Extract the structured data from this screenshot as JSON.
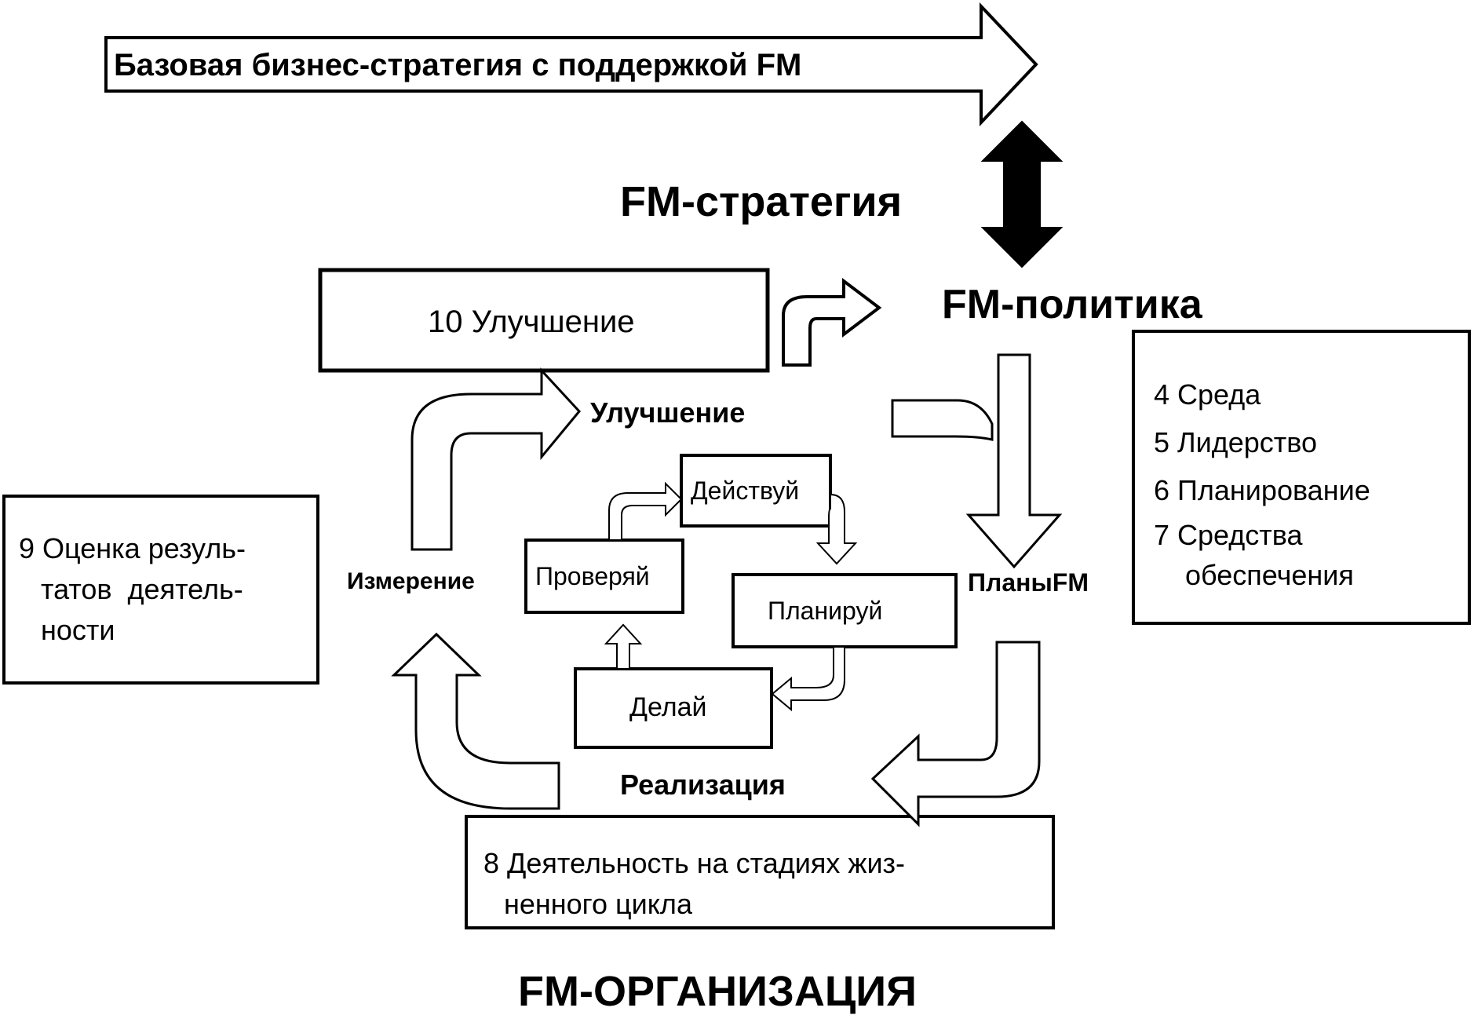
{
  "strategy_arrow": {
    "text": "Базовая бизнес-стратегия с поддержкой FM"
  },
  "labels": {
    "fm_strategy": "FM-стратегия",
    "fm_policy": "FM-политика",
    "improvement": "Улучшение",
    "measurement": "Измерение",
    "fm_plans": "ПланыFM",
    "realization": "Реализация",
    "fm_organization": "FM-ОРГАНИЗАЦИЯ"
  },
  "boxes": {
    "improvement10": "10 Улучшение",
    "policy_items": [
      "4 Среда",
      "5 Лидерство",
      "6 Планирование",
      "7 Средства",
      "обеспечения"
    ],
    "evaluation": [
      "9 Оценка резуль-",
      "татов  деятель-",
      "ности"
    ],
    "lifecycle": [
      "8 Деятельность на стадиях жиз-",
      "ненного цикла"
    ]
  },
  "pdca": {
    "act": "Действуй",
    "check": "Проверяй",
    "plan": "Планируй",
    "do": "Делай"
  }
}
